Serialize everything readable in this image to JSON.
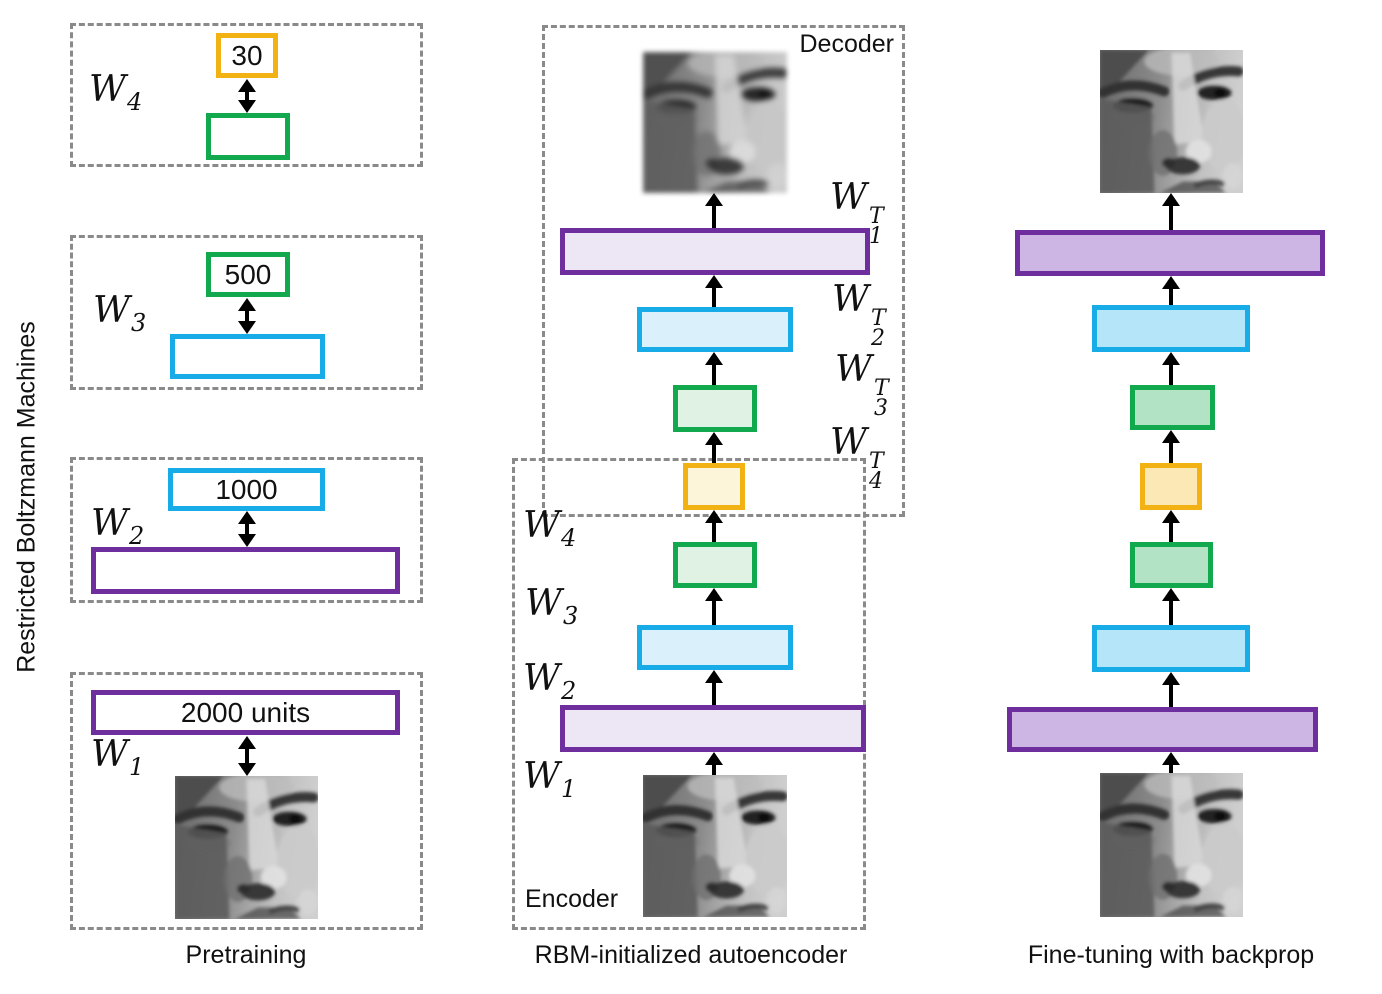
{
  "figure": {
    "side_label": "Restricted Boltzmann Machines"
  },
  "left_panel": {
    "caption": "Pretraining",
    "rbms": [
      {
        "weight_base": "W",
        "weight_sub": "4",
        "top_label": "30"
      },
      {
        "weight_base": "W",
        "weight_sub": "3",
        "top_label": "500"
      },
      {
        "weight_base": "W",
        "weight_sub": "2",
        "top_label": "1000"
      },
      {
        "weight_base": "W",
        "weight_sub": "1",
        "top_label": "2000 units"
      }
    ]
  },
  "middle_panel": {
    "caption": "RBM-initialized autoencoder",
    "decoder_label": "Decoder",
    "encoder_label": "Encoder",
    "decoder_weights": [
      {
        "base": "W",
        "sup": "T",
        "sub": "1"
      },
      {
        "base": "W",
        "sup": "T",
        "sub": "2"
      },
      {
        "base": "W",
        "sup": "T",
        "sub": "3"
      },
      {
        "base": "W",
        "sup": "T",
        "sub": "4"
      }
    ],
    "encoder_weights": [
      {
        "base": "W",
        "sub": "4"
      },
      {
        "base": "W",
        "sub": "3"
      },
      {
        "base": "W",
        "sub": "2"
      },
      {
        "base": "W",
        "sub": "1"
      }
    ]
  },
  "right_panel": {
    "caption": "Fine-tuning with backprop"
  },
  "colors": {
    "gold_border": "#F2B214",
    "green_border": "#12A94E",
    "blue_border": "#17ABE8",
    "purple_border": "#6E2E9E",
    "gold_fill_light": "#FDF5DA",
    "green_fill_light": "#DFF2E3",
    "blue_fill_light": "#DAF0FA",
    "purple_fill_light": "#EDE7F5",
    "gold_fill_strong": "#FBE8B4",
    "green_fill_strong": "#B2E3C4",
    "blue_fill_strong": "#B5E5F8",
    "purple_fill_strong": "#CDB6E3",
    "dashed_box_gray": "#8A8A8A"
  }
}
